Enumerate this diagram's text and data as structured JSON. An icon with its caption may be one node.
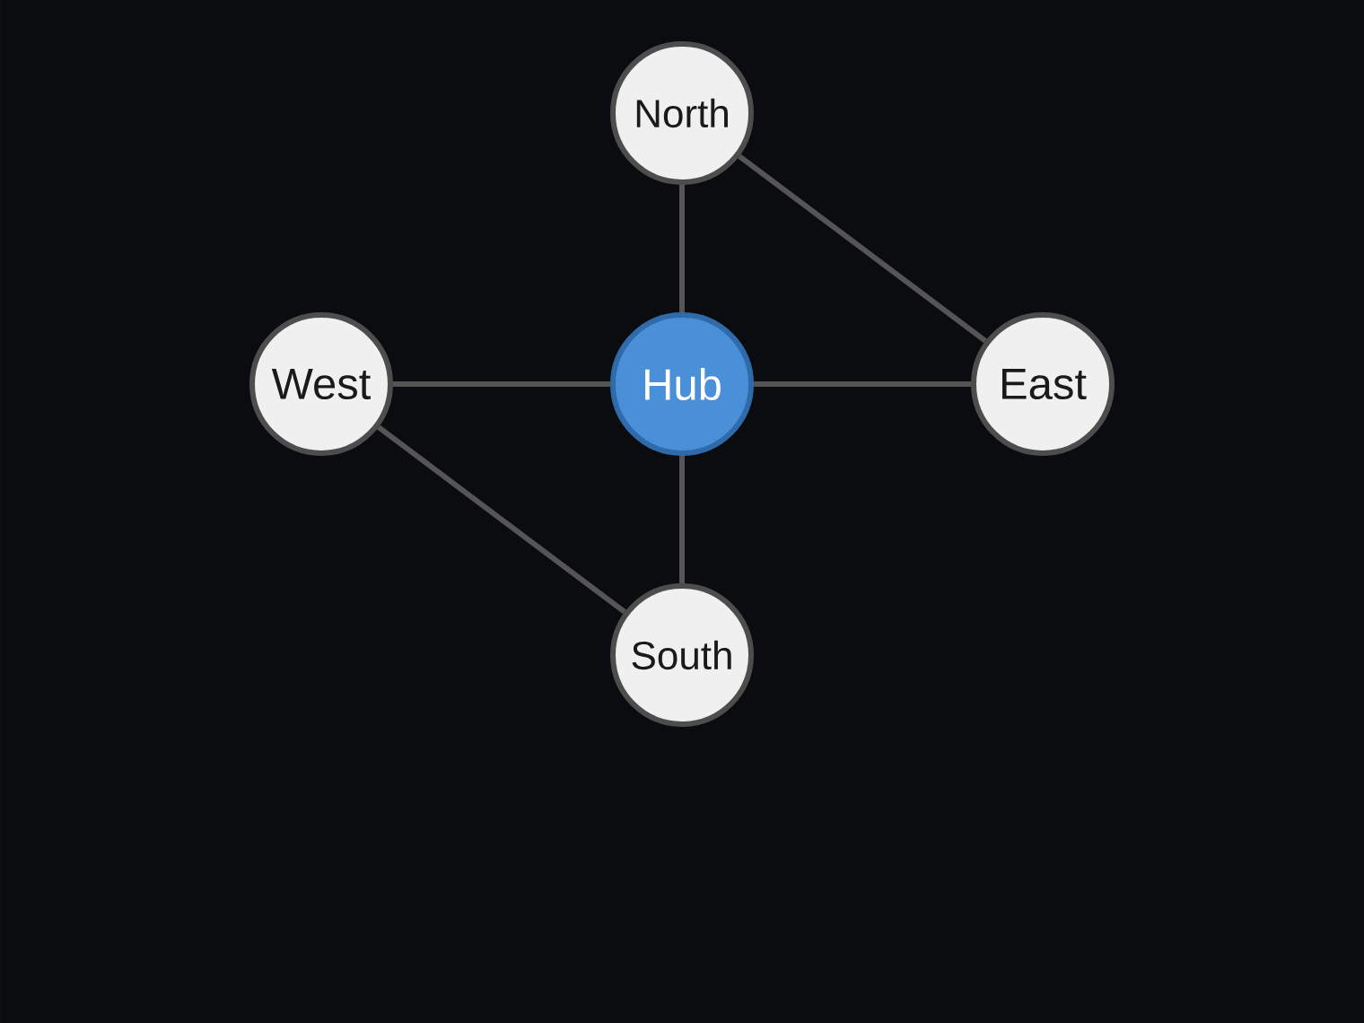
{
  "diagram": {
    "nodes": [
      {
        "text": [
          "North"
        ]
      },
      {
        "text": [
          "West"
        ]
      },
      {
        "text": [
          "Hub"
        ]
      },
      {
        "text": [
          "East"
        ]
      },
      {
        "text": [
          "South"
        ]
      }
    ],
    "edges": [
      {
        "from": 2,
        "to": 0,
        "arrow": "none"
      },
      {
        "from": 2,
        "to": 1,
        "arrow": "none"
      },
      {
        "from": 2,
        "to": 3,
        "arrow": "none"
      },
      {
        "from": 2,
        "to": 4,
        "arrow": "none"
      },
      {
        "from": 0,
        "to": 3,
        "arrow": "none"
      },
      {
        "from": 1,
        "to": 4,
        "arrow": "none"
      }
    ]
  }
}
